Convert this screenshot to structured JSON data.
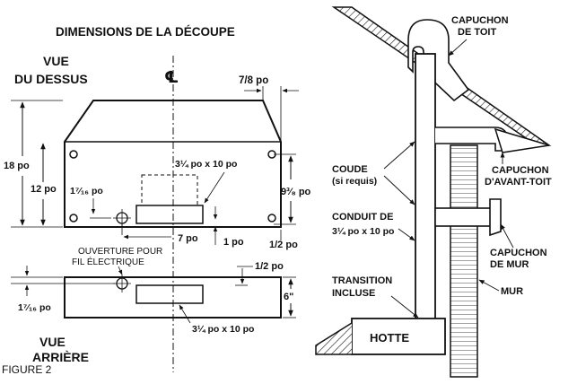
{
  "left": {
    "title": "DIMENSIONS DE LA DÉCOUPE",
    "top_view": [
      "VUE",
      "DU DESSUS"
    ],
    "rear_view": [
      "VUE",
      "ARRIÈRE"
    ],
    "centerline": "℄",
    "dims": {
      "d_7_8": "7/8 po",
      "d_18": "18 po",
      "d_12": "12 po",
      "d_1_7_16_top": "1⁷⁄₁₆ po",
      "d_duct_top": "3¼ po x 10 po",
      "d_9_3_8": "9³⁄₈ po",
      "d_7": "7 po",
      "d_1": "1 po",
      "d_1_2_top": "1/2 po",
      "d_1_2_rear": "1/2 po",
      "d_6": "6\"",
      "d_1_7_16_rear": "1⁷⁄₁₆ po",
      "d_duct_rear": "3¼ po x 10 po"
    },
    "wire_opening": [
      "OUVERTURE POUR",
      "FIL ÉLECTRIQUE"
    ],
    "figure": "FIGURE 2"
  },
  "right": {
    "roof_cap": [
      "CAPUCHON",
      "DE TOIT"
    ],
    "elbow": [
      "COUDE",
      "(si requis)"
    ],
    "eave_cap": [
      "CAPUCHON",
      "D'AVANT-TOIT"
    ],
    "duct": [
      "CONDUIT DE",
      "3¼ po x 10 po"
    ],
    "wall_cap": [
      "CAPUCHON",
      "DE MUR"
    ],
    "transition": [
      "TRANSITION",
      "INCLUSE"
    ],
    "wall": "MUR",
    "hood": "HOTTE"
  }
}
